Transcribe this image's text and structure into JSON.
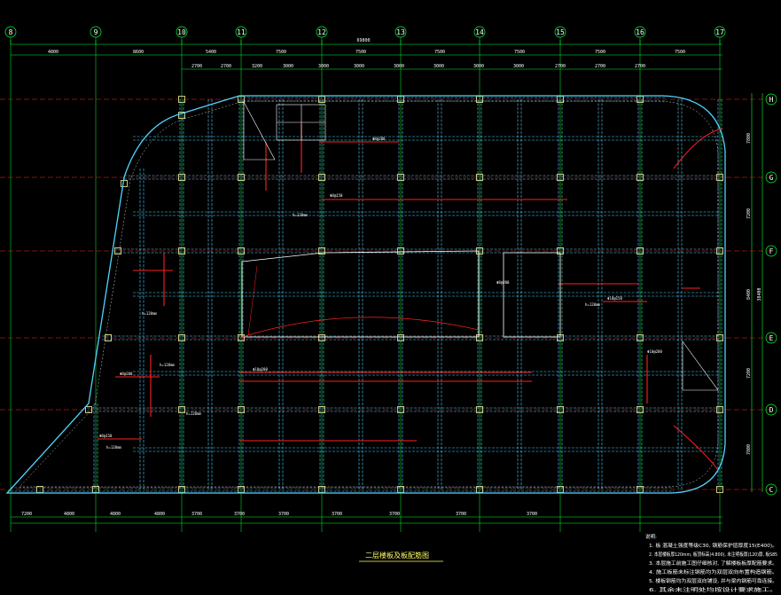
{
  "drawing": {
    "title": "二层楼板及板配筋图",
    "notes_heading": "说明:",
    "notes": [
      "1. 板 混凝土强度等级C30, 钢筋保护层厚度15(E400)。",
      "2. 本层楼板厚120mm, 板顶标高(4.800), 未注明板厚(120)厚, 板S85",
      "3. 本层施工前施工图仔细核对, 了解楼板板厚配筋要求。",
      "4. 施工板筋未标注钢筋均为双层双向布置构造钢筋。",
      "5. 楼板钢筋均为双层双向铺设, 并与梁内钢筋可靠连接。",
      "6. 其余未注明处均按设计要求施工。"
    ],
    "axes_x": [
      "8",
      "9",
      "10",
      "11",
      "12",
      "13",
      "14",
      "15",
      "16",
      "17"
    ],
    "axes_y": [
      "H",
      "G",
      "F",
      "E",
      "D",
      "C"
    ],
    "overall_top": "69800",
    "dims_top_upper": [
      "4800",
      "8600",
      "5400",
      "7500",
      "7500",
      "7500",
      "7500",
      "7500",
      "7500"
    ],
    "dims_top_lower": [
      "2700",
      "2700",
      "3200",
      "3000",
      "3000",
      "3000",
      "3000",
      "3000",
      "3000",
      "3000",
      "2700",
      "2700",
      "2700"
    ],
    "dims_bottom": [
      "7200",
      "4800",
      "4800",
      "4800",
      "3700",
      "3700",
      "3700",
      "3700",
      "3700",
      "3700",
      "3700"
    ],
    "dims_right": [
      "7800",
      "7200",
      "8400",
      "7200",
      "7800"
    ],
    "overall_right": "38400",
    "slab_tags": [
      "h=120mm",
      "h=120mm",
      "h=120mm",
      "h=120mm",
      "h=120mm",
      "h=120mm"
    ],
    "rebar_tags": [
      "Φ8@200",
      "Φ8@150",
      "Φ10@200",
      "Φ8@200",
      "Φ10@150",
      "Φ8@200",
      "Φ8@150",
      "Φ10@200"
    ],
    "colors": {
      "background": "#000000",
      "grid": "#00ff33",
      "beam": "#4fd5ff",
      "rebar": "#ff2020",
      "column": "#c8c880",
      "text": "#ffffff",
      "title": "#ffff66"
    }
  }
}
